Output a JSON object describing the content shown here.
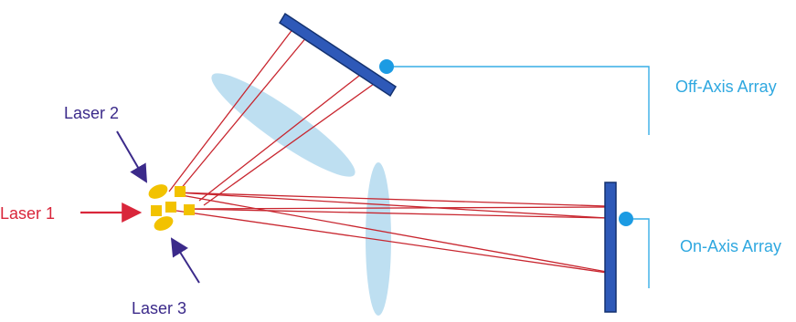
{
  "labels": {
    "laser1": "Laser 1",
    "laser2": "Laser 2",
    "laser3": "Laser 3",
    "off_axis": "Off-Axis Array",
    "on_axis": "On-Axis Array"
  },
  "colors": {
    "laser1": "#d9263b",
    "laser2": "#3b2a8a",
    "laser3": "#3b2a8a",
    "array_label": "#2fa8e0",
    "beam": "#c8252e",
    "lens_fill": "#b7dcef",
    "mirror_fill": "#2e59b8",
    "mirror_stroke": "#13316f",
    "detector_dot": "#1c9be3",
    "connector": "#36aee6",
    "source": "#f2c200"
  },
  "icons": {
    "source_cluster": "laser-source-cluster",
    "off_axis_mirror": "off-axis-mirror",
    "on_axis_mirror": "on-axis-mirror",
    "off_axis_detector": "detector-dot",
    "on_axis_detector": "detector-dot"
  }
}
